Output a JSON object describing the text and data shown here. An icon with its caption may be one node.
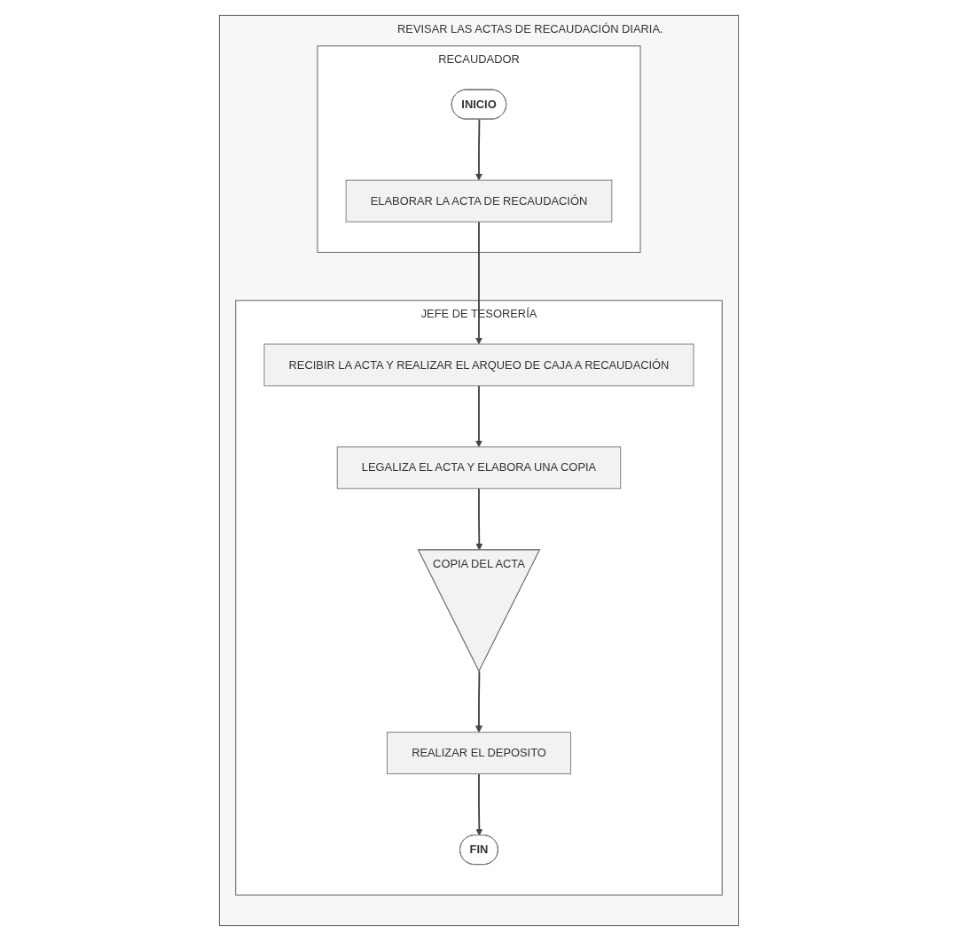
{
  "diagram": {
    "nodes": [
      {
        "text": [
          "REVISAR LAS ACTAS DE RECAUDACIÓN DIARIA."
        ]
      },
      {
        "text": [
          "RECAUDADOR"
        ],
        "in": 0
      },
      {
        "text": [
          "JEFE DE TESORERÍA"
        ],
        "in": 0
      },
      {
        "text": [
          "INICIO"
        ],
        "in": 1
      },
      {
        "text": [
          "ELABORAR LA ACTA DE RECAUDACIÓN"
        ],
        "in": 1
      },
      {
        "text": [
          "RECIBIR LA ACTA Y REALIZAR EL ARQUEO DE CAJA A RECAUDACIÓN"
        ],
        "in": 2
      },
      {
        "text": [
          "LEGALIZA EL ACTA Y ELABORA UNA COPIA"
        ],
        "in": 2
      },
      {
        "text": [
          "COPIA DEL ACTA"
        ],
        "in": 2
      },
      {
        "text": [
          "REALIZAR EL DEPOSITO"
        ],
        "in": 2
      },
      {
        "text": [
          "FIN"
        ],
        "in": 2
      }
    ],
    "edges": [
      {
        "from": 3,
        "to": 4,
        "arrow": "to"
      },
      {
        "from": 4,
        "to": 5,
        "arrow": "to"
      },
      {
        "from": 5,
        "to": 6,
        "arrow": "to"
      },
      {
        "from": 6,
        "to": 7,
        "arrow": "to"
      },
      {
        "from": 7,
        "to": 8,
        "arrow": "to"
      },
      {
        "from": 8,
        "to": 9,
        "arrow": "to"
      }
    ]
  }
}
